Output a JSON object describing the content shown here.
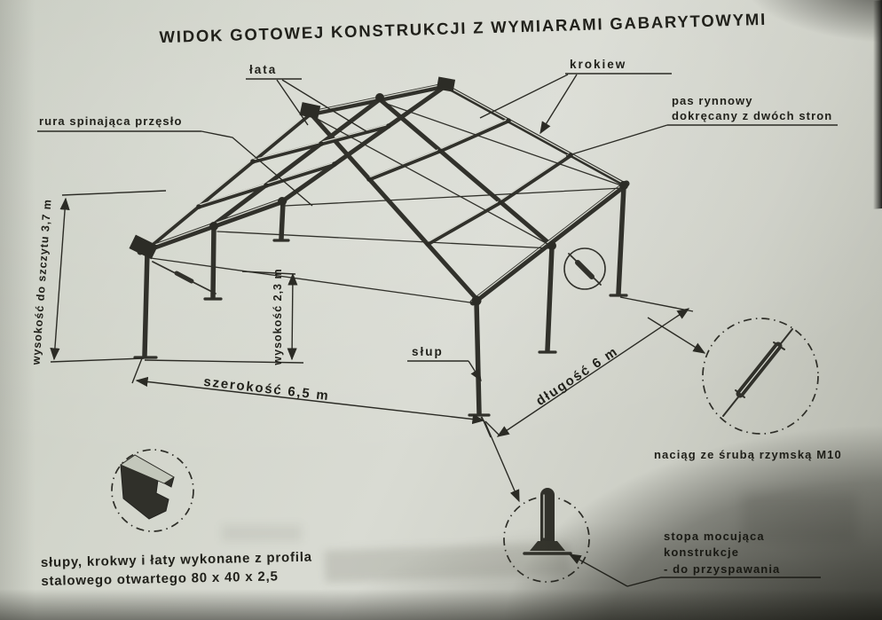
{
  "title": "WIDOK GOTOWEJ KONSTRUKCJI Z WYMIARAMI GABARYTOWYMI",
  "labels": {
    "lata": "łata",
    "krokiew": "krokiew",
    "rura": "rura spinająca przęsło",
    "pas_rynnowy": {
      "line1": "pas rynnowy",
      "line2": "dokręcany z dwóch stron"
    },
    "slup": "słup",
    "naciag": "naciąg ze śrubą rzymską M10",
    "stopa": {
      "line1": "stopa mocująca",
      "line2": "konstrukcje",
      "line3": "- do przyspawania"
    }
  },
  "dimensions": {
    "height_to_peak": "wysokość do szczytu 3,7 m",
    "height_eave": "wysokość 2,3 m",
    "width": "szerokość 6,5 m",
    "length": "długość 6 m"
  },
  "note": {
    "line1": "słupy, krokwy i łaty wykonane z profila",
    "line2": "stalowego otwartego 80 x 40 x 2,5"
  },
  "colors": {
    "paper": "#d3d6cc",
    "ink": "#26261f",
    "shadow": "#14140f"
  }
}
